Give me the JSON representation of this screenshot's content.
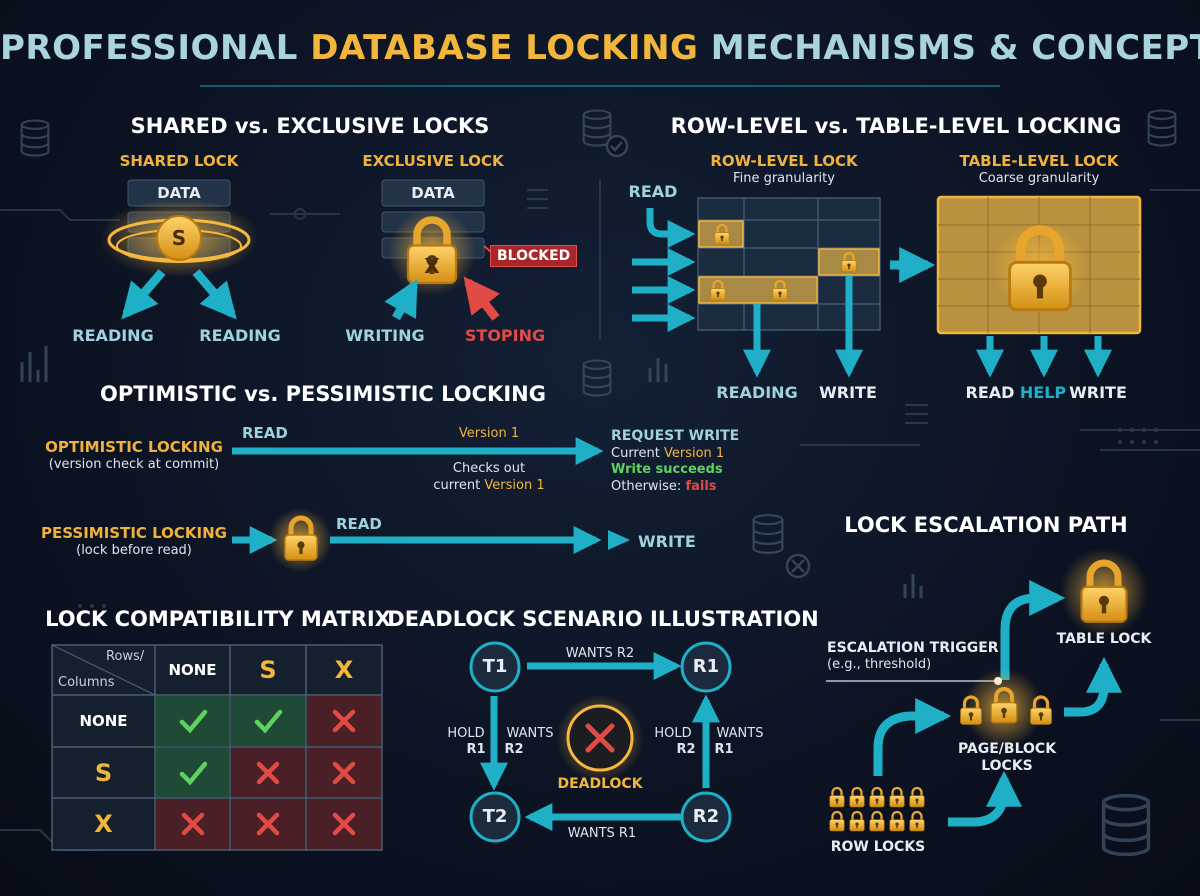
{
  "title": {
    "part1": "PROFESSIONAL ",
    "highlight": "DATABASE LOCKING",
    "part2": " MECHANISMS & CONCEPTS"
  },
  "shared_exclusive": {
    "heading": "SHARED vs. EXCLUSIVE LOCKS",
    "shared_label": "SHARED LOCK",
    "exclusive_label": "EXCLUSIVE LOCK",
    "data_label": "DATA",
    "shared_symbol": "S",
    "exclusive_symbol": "X",
    "blocked_label": "BLOCKED",
    "reading_left": "READING",
    "reading_right": "READING",
    "writing": "WRITING",
    "stoping": "STOPING"
  },
  "row_table": {
    "heading": "ROW-LEVEL vs. TABLE-LEVEL LOCKING",
    "row_label": "ROW-LEVEL LOCK",
    "row_sub": "Fine granularity",
    "table_label": "TABLE-LEVEL LOCK",
    "table_sub": "Coarse granularity",
    "read_in": "READ",
    "reading_out": "READING",
    "write_out": "WRITE",
    "table_read": "READ",
    "table_help": "HELP",
    "table_write": "WRITE"
  },
  "opt_pess": {
    "heading": "OPTIMISTIC vs. PESSIMISTIC LOCKING",
    "optimistic_label": "OPTIMISTIC LOCKING",
    "optimistic_sub": "(version check at commit)",
    "read": "READ",
    "version_top": "Version 1",
    "checks_out": "Checks out",
    "current_prefix": "current ",
    "current_version": "Version 1",
    "request_write": "REQUEST WRITE",
    "current_label": "Current ",
    "current_version_right": "Version 1",
    "write_succeeds": "Write succeeds",
    "otherwise": "Otherwise: ",
    "fails": "fails",
    "pessimistic_label": "PESSIMISTIC LOCKING",
    "pessimistic_sub": "(lock before read)",
    "pess_read": "READ",
    "pess_write": "WRITE"
  },
  "escalation": {
    "heading": "LOCK ESCALATION PATH",
    "trigger": "ESCALATION TRIGGER",
    "trigger_sub": "(e.g., threshold)",
    "table_lock": "TABLE LOCK",
    "page_locks_1": "PAGE/BLOCK",
    "page_locks_2": "LOCKS",
    "row_locks": "ROW LOCKS"
  },
  "matrix": {
    "heading": "LOCK COMPATIBILITY MATRIX",
    "corner_rows": "Rows/",
    "corner_cols": "Columns",
    "col_headers": [
      "NONE",
      "S",
      "X"
    ],
    "row_headers": [
      "NONE",
      "S",
      "X"
    ],
    "cells": [
      [
        "yes",
        "yes",
        "no"
      ],
      [
        "yes",
        "no",
        "no"
      ],
      [
        "no",
        "no",
        "no"
      ]
    ],
    "colors": {
      "yes_bg": "#1f4a36",
      "no_bg": "#4a1f26",
      "check": "#5ed15e",
      "cross": "#e24a45"
    }
  },
  "deadlock": {
    "heading": "DEADLOCK SCENARIO ILLUSTRATION",
    "t1": "T1",
    "t2": "T2",
    "r1": "R1",
    "r2": "R2",
    "wants_r2_top": "WANTS R2",
    "wants_r1_bottom": "WANTS R1",
    "left_hold": "HOLD",
    "left_hold_r": "R1",
    "left_wants": "WANTS",
    "left_wants_r": "R2",
    "right_hold": "HOLD",
    "right_hold_r": "R2",
    "right_wants": "WANTS",
    "right_wants_r": "R1",
    "center": "DEADLOCK"
  },
  "colors": {
    "teal": "#1fb0c7",
    "gold": "#f2b63c",
    "red": "#e24a45",
    "green": "#5ed15e",
    "background": "#0c1322"
  },
  "icons": [
    "database-icon",
    "lock-icon",
    "check-icon",
    "cross-icon",
    "arrow-icon"
  ]
}
